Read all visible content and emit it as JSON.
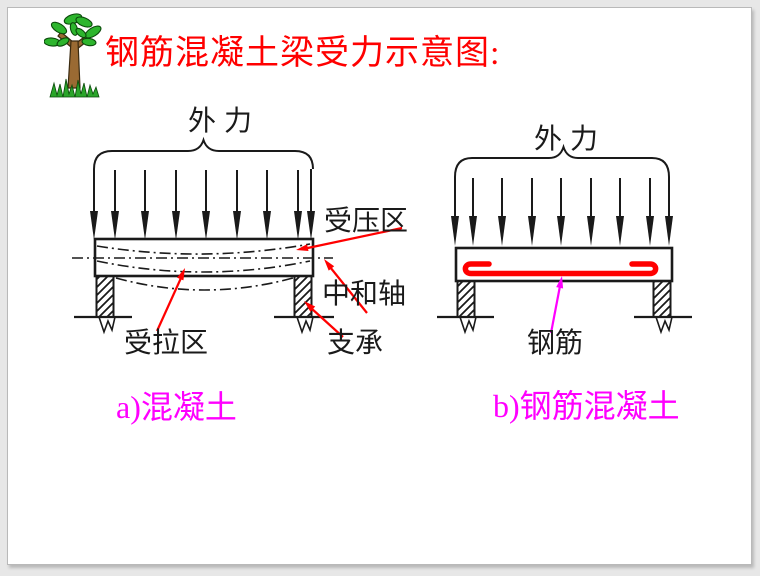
{
  "title": {
    "text": "钢筋混凝土梁受力示意图:",
    "color": "#ff0000"
  },
  "diagram_a": {
    "external_force_label": "外力",
    "compression_zone_label": "受压区",
    "neutral_axis_label": "中和轴",
    "tension_zone_label": "受拉区",
    "support_label": "支承",
    "caption": "a)混凝土"
  },
  "diagram_b": {
    "external_force_label": "外力",
    "rebar_label": "钢筋",
    "caption": "b)钢筋混凝土"
  },
  "icons": {
    "tree": "tree-clipart"
  },
  "colors": {
    "title_red": "#ff0000",
    "annotation_red": "#ff0000",
    "rebar_red": "#ff0000",
    "label_magenta": "#ff00ff",
    "ink_black": "#1a1a1a",
    "page_white": "#ffffff",
    "backdrop_gray": "#e7e7e7"
  }
}
